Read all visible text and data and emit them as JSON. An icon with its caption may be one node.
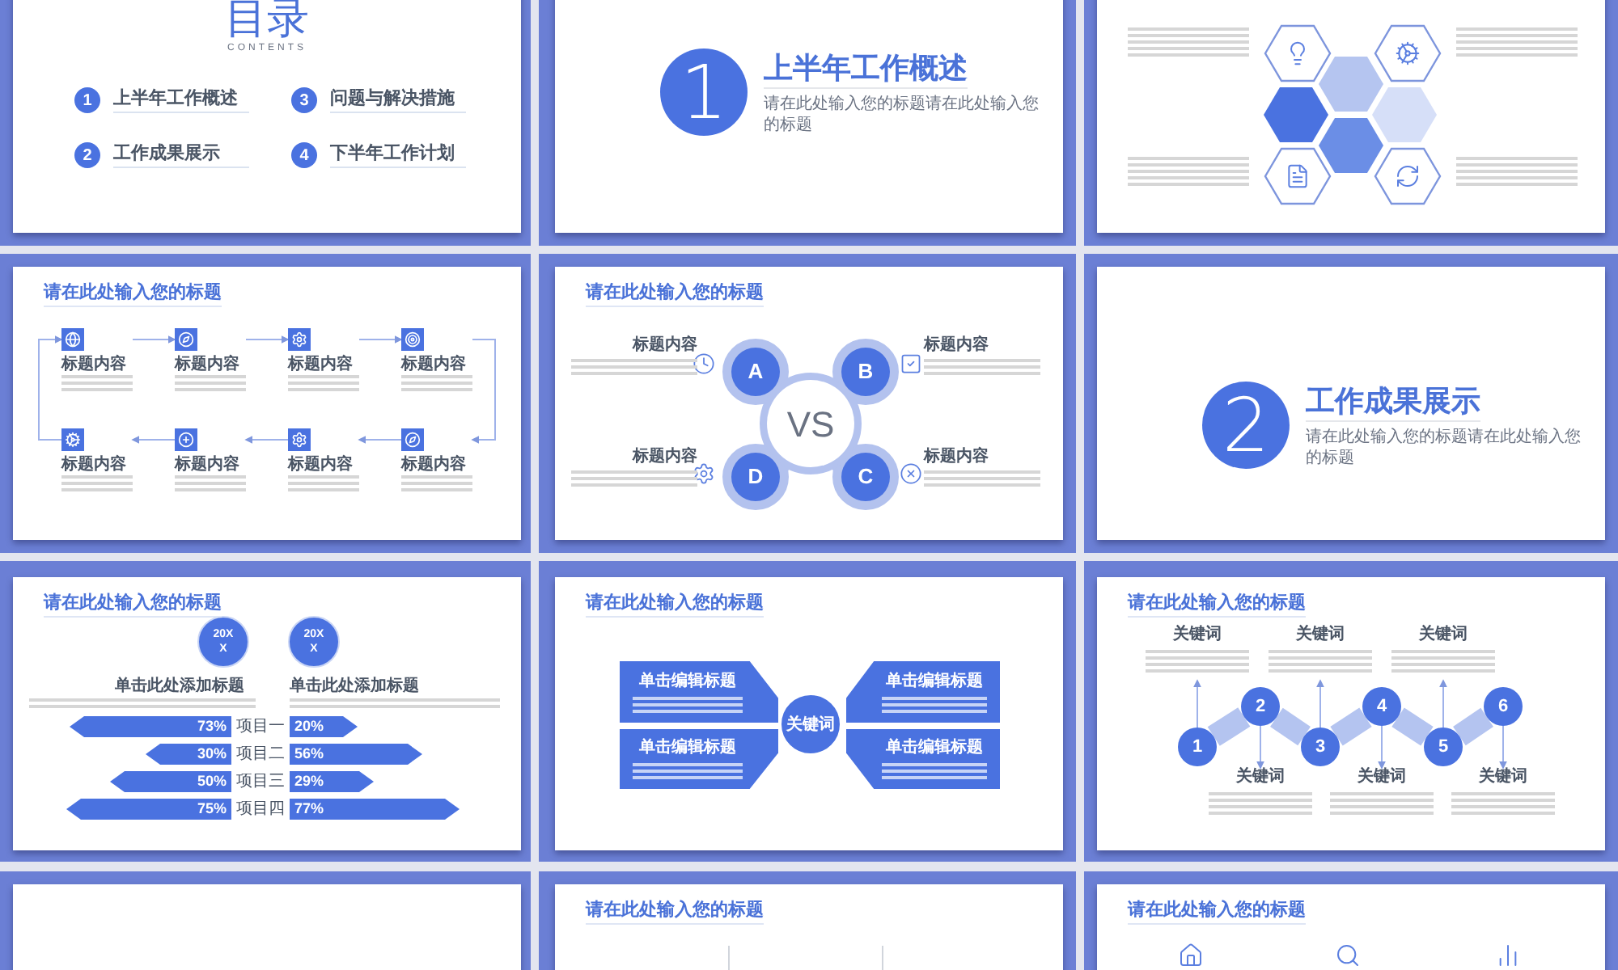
{
  "diagram": {
    "nodes": [
      {
        "text": [
          "1"
        ],
        "beside": [
          "上半年工作概述"
        ]
      },
      {
        "text": [
          "3"
        ],
        "beside": [
          "问题与解决措施"
        ]
      },
      {
        "text": [
          "2"
        ],
        "beside": [
          "工作成果展示"
        ]
      },
      {
        "text": [
          "4"
        ],
        "beside": [
          "下半年工作计划"
        ]
      },
      {
        "text": [
          "1"
        ],
        "beside": [
          "上半年工作概述",
          "请在此处输入您的标题请在此处输入您的标题"
        ]
      },
      {
        "text": [
          "标题内容"
        ]
      },
      {
        "text": [
          "标题内容"
        ]
      },
      {
        "text": [
          "标题内容"
        ]
      },
      {
        "text": [
          "标题内容"
        ]
      },
      {
        "text": [
          "标题内容"
        ]
      },
      {
        "text": [
          "标题内容"
        ]
      },
      {
        "text": [
          "标题内容"
        ]
      },
      {
        "text": [
          "标题内容"
        ]
      },
      {
        "text": [
          "A"
        ]
      },
      {
        "text": [
          "B"
        ]
      },
      {
        "text": [
          "VS"
        ]
      },
      {
        "text": [
          "D"
        ]
      },
      {
        "text": [
          "C"
        ]
      },
      {
        "text": [
          "2"
        ],
        "beside": [
          "工作成果展示",
          "请在此处输入您的标题请在此处输入您的标题"
        ]
      },
      {
        "text": [
          "20X X"
        ]
      },
      {
        "text": [
          "20X X"
        ]
      },
      {
        "text": [
          "73%"
        ]
      },
      {
        "text": [
          "20%"
        ]
      },
      {
        "text": [
          "30%"
        ]
      },
      {
        "text": [
          "56%"
        ]
      },
      {
        "text": [
          "50%"
        ]
      },
      {
        "text": [
          "29%"
        ]
      },
      {
        "text": [
          "75%"
        ]
      },
      {
        "text": [
          "77%"
        ]
      },
      {
        "text": [
          "单击编辑标题"
        ]
      },
      {
        "text": [
          "单击编辑标题"
        ]
      },
      {
        "text": [
          "关键词"
        ]
      },
      {
        "text": [
          "单击编辑标题"
        ]
      },
      {
        "text": [
          "单击编辑标题"
        ]
      },
      {
        "text": [
          "关键词"
        ]
      },
      {
        "text": [
          "关键词"
        ]
      },
      {
        "text": [
          "关键词"
        ]
      },
      {
        "text": [
          "1"
        ]
      },
      {
        "text": [
          "2"
        ]
      },
      {
        "text": [
          "3"
        ]
      },
      {
        "text": [
          "4"
        ]
      },
      {
        "text": [
          "5"
        ]
      },
      {
        "text": [
          "6"
        ]
      },
      {
        "text": [
          "关键词"
        ]
      },
      {
        "text": [
          "关键词"
        ]
      },
      {
        "text": [
          "关键词"
        ]
      }
    ],
    "edges": [
      {
        "from": 5,
        "to": 6,
        "arrow": "to"
      },
      {
        "from": 6,
        "to": 7,
        "arrow": "to"
      },
      {
        "from": 7,
        "to": 8,
        "arrow": "to"
      },
      {
        "from": 8,
        "to": 12,
        "arrow": "to"
      },
      {
        "from": 12,
        "to": 11,
        "arrow": "to"
      },
      {
        "from": 11,
        "to": 10,
        "arrow": "to"
      },
      {
        "from": 10,
        "to": 9,
        "arrow": "to"
      },
      {
        "from": 9,
        "to": 5,
        "arrow": "to"
      },
      {
        "from": 37,
        "to": 38,
        "arrow": "none",
        "style": "thick",
        "color": "#b4c4f0"
      },
      {
        "from": 38,
        "to": 39,
        "arrow": "none",
        "style": "thick",
        "color": "#b4c4f0"
      },
      {
        "from": 39,
        "to": 40,
        "arrow": "none",
        "style": "thick",
        "color": "#b4c4f0"
      },
      {
        "from": 40,
        "to": 41,
        "arrow": "none",
        "style": "thick",
        "color": "#b4c4f0"
      },
      {
        "from": 41,
        "to": 42,
        "arrow": "none",
        "style": "thick",
        "color": "#b4c4f0"
      },
      {
        "from": 37,
        "to": 34,
        "arrow": "to"
      },
      {
        "from": 39,
        "to": 35,
        "arrow": "to"
      },
      {
        "from": 41,
        "to": 36,
        "arrow": "to"
      },
      {
        "from": 38,
        "to": 43,
        "arrow": "to"
      },
      {
        "from": 40,
        "to": 44,
        "arrow": "to"
      },
      {
        "from": 42,
        "to": 45,
        "arrow": "to"
      }
    ],
    "labels": [
      "目录",
      "CONTENTS",
      "请在此处输入您的标题",
      "请在此处输入您的标题",
      "标题内容",
      "标题内容",
      "标题内容",
      "标题内容",
      "请在此处输入您的标题",
      "单击此处添加标题",
      "单击此处添加标题",
      "项目一",
      "项目二",
      "项目三",
      "项目四",
      "请在此处输入您的标题",
      "请在此处输入您的标题",
      "请在此处输入您的标题",
      "请在此处输入您的标题"
    ]
  }
}
